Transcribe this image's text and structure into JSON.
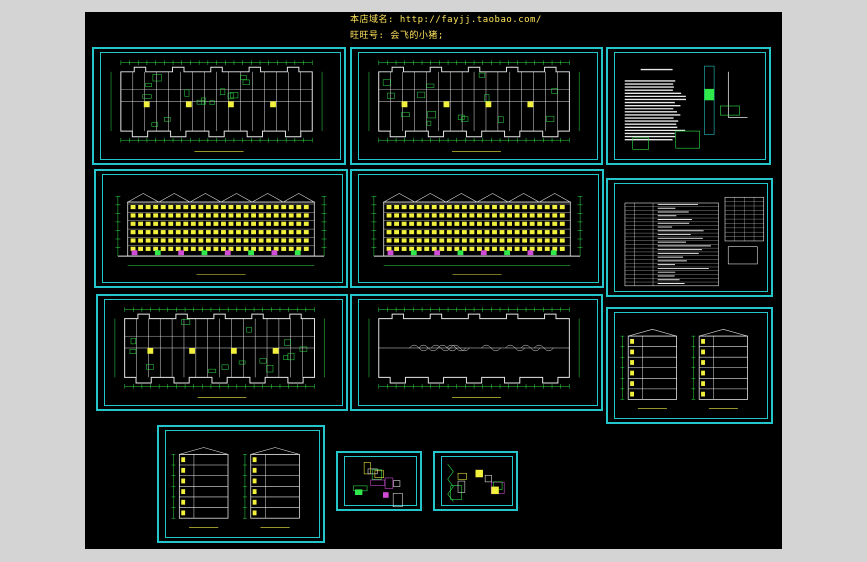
{
  "header": {
    "line1": "本店域名: http://fayjj.taobao.com/",
    "line2": "旺旺号: 会飞的小猪;"
  },
  "colors": {
    "background": "#000000",
    "frame": "#24c6cc",
    "text": "#ffe45a",
    "lines": "#e8e8e8",
    "green": "#2fe84a",
    "yellow": "#f1f03c",
    "magenta": "#d24bd6",
    "page": "#d4d4d4"
  },
  "sheets": [
    {
      "id": "plan-1",
      "type": "floor-plan"
    },
    {
      "id": "plan-2",
      "type": "floor-plan"
    },
    {
      "id": "notes-details",
      "type": "notes"
    },
    {
      "id": "elevation-1",
      "type": "elevation"
    },
    {
      "id": "elevation-2",
      "type": "elevation"
    },
    {
      "id": "schedule",
      "type": "table"
    },
    {
      "id": "plan-3",
      "type": "floor-plan"
    },
    {
      "id": "roof-plan",
      "type": "floor-plan"
    },
    {
      "id": "section-1",
      "type": "section"
    },
    {
      "id": "section-2",
      "type": "section"
    },
    {
      "id": "detail-1",
      "type": "detail"
    },
    {
      "id": "detail-2",
      "type": "detail"
    }
  ]
}
